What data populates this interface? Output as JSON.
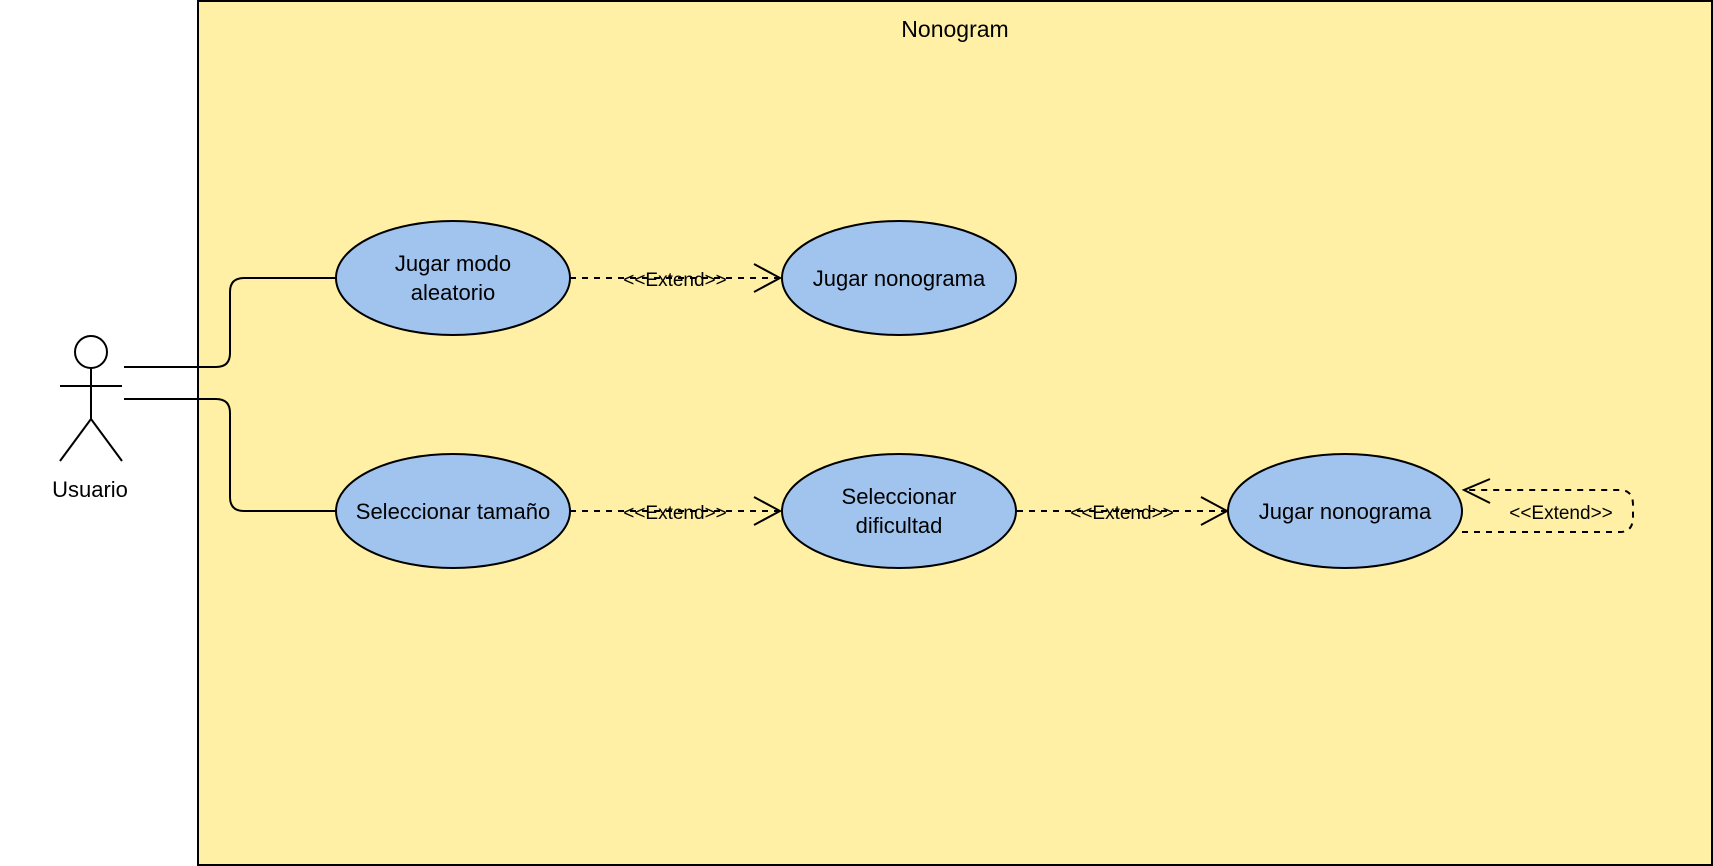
{
  "system": {
    "title": "Nonogram",
    "fill": "#FFF0A6"
  },
  "actor": {
    "label": "Usuario"
  },
  "use_cases": {
    "jugar_aleatorio": {
      "line1": "Jugar modo",
      "line2": "aleatorio"
    },
    "jugar_nonograma_top": {
      "label": "Jugar nonograma"
    },
    "seleccionar_tamano": {
      "label": "Seleccionar tamaño"
    },
    "seleccionar_dificultad": {
      "line1": "Seleccionar",
      "line2": "dificultad"
    },
    "jugar_nonograma_bottom": {
      "label": "Jugar nonograma"
    }
  },
  "relations": {
    "extend_1": "<<Extend>>",
    "extend_2": "<<Extend>>",
    "extend_3": "<<Extend>>",
    "extend_self": "<<Extend>>"
  },
  "colors": {
    "use_case_fill": "#A0C4EE",
    "stroke": "#000000"
  }
}
